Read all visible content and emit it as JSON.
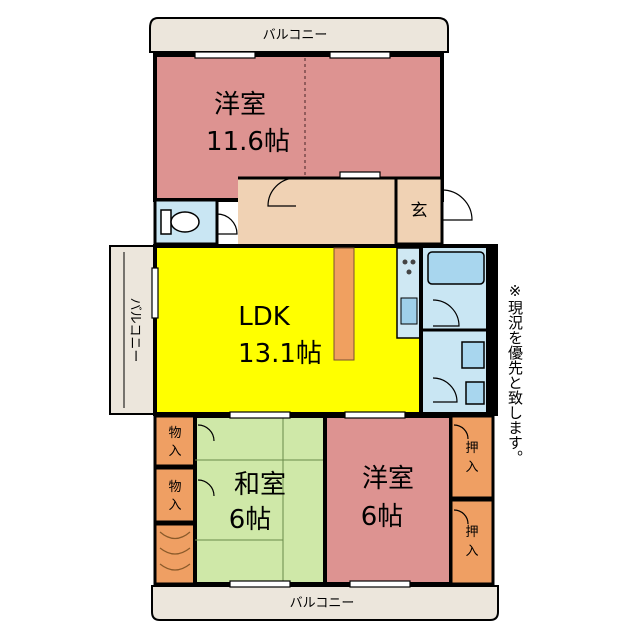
{
  "floor_plan": {
    "colors": {
      "balcony": "#ece6dc",
      "western_room": "#dd9391",
      "ldk": "#ffff00",
      "japanese_room": "#cfe8a8",
      "entrance_hall": "#f0d2b4",
      "wet_area": "#c9e6f3",
      "closet": "#ef9f63",
      "wall": "#000000"
    },
    "balcony_top": {
      "label": "バルコニー"
    },
    "balcony_left": {
      "label": "バルコニー"
    },
    "balcony_bottom": {
      "label": "バルコニー"
    },
    "room_western_large": {
      "name": "洋室",
      "size": "11.6帖"
    },
    "entrance": {
      "label": "玄"
    },
    "ldk": {
      "name": "LDK",
      "size": "13.1帖"
    },
    "japanese_room": {
      "name": "和室",
      "size": "6帖"
    },
    "room_western_small": {
      "name": "洋室",
      "size": "6帖"
    },
    "storage_1": {
      "label": "物入"
    },
    "storage_2": {
      "label": "物入"
    },
    "closet_1": {
      "label": "押入"
    },
    "closet_2": {
      "label": "押入"
    },
    "note": "※現況を優先と致します。"
  }
}
